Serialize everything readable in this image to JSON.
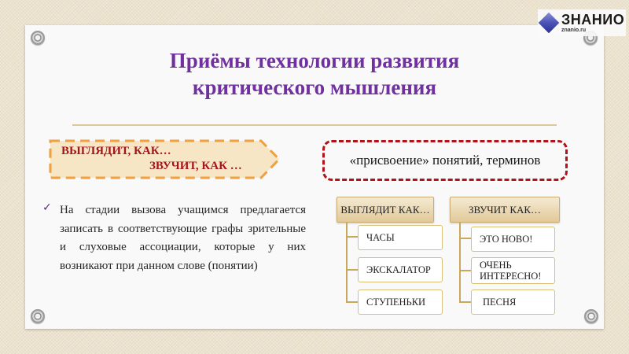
{
  "logo": {
    "brand": "ЗНАНИО",
    "domain": "znanio.ru",
    "icon": "diamond-logo-icon"
  },
  "slide": {
    "title_line1": "Приёмы технологии развития",
    "title_line2": "критического мышления",
    "arrow_label": {
      "line1": "ВЫГЛЯДИТ, КАК…",
      "line2": "ЗВУЧИТ, КАК …"
    },
    "term_box": "«присвоение» понятий, терминов",
    "bullet": {
      "icon": "checkmark-icon",
      "text": "На стадии вызова учащимся предлагается записать в соответствующие графы зрительные и слуховые ассоциации, которые у них возникают при данном слове (понятии)"
    },
    "hierarchy": [
      {
        "heading": "ВЫГЛЯДИТ КАК…",
        "items": [
          "ЧАСЫ",
          "ЭКСКАЛАТОР",
          "СТУПЕНЬКИ"
        ]
      },
      {
        "heading": "ЗВУЧИТ КАК…",
        "items": [
          "ЭТО НОВО!",
          "ОЧЕНЬ ИНТЕРЕСНО!",
          "ПЕСНЯ"
        ]
      }
    ]
  },
  "colors": {
    "title": "#7030a0",
    "arrow_text": "#a5141a",
    "arrow_fill": "#f6e6c5",
    "arrow_border": "#f0a040",
    "term_border": "#b2121a",
    "hierarchy_head": "#e2c998",
    "hierarchy_border": "#d8c078",
    "background": "#ece3cf"
  }
}
